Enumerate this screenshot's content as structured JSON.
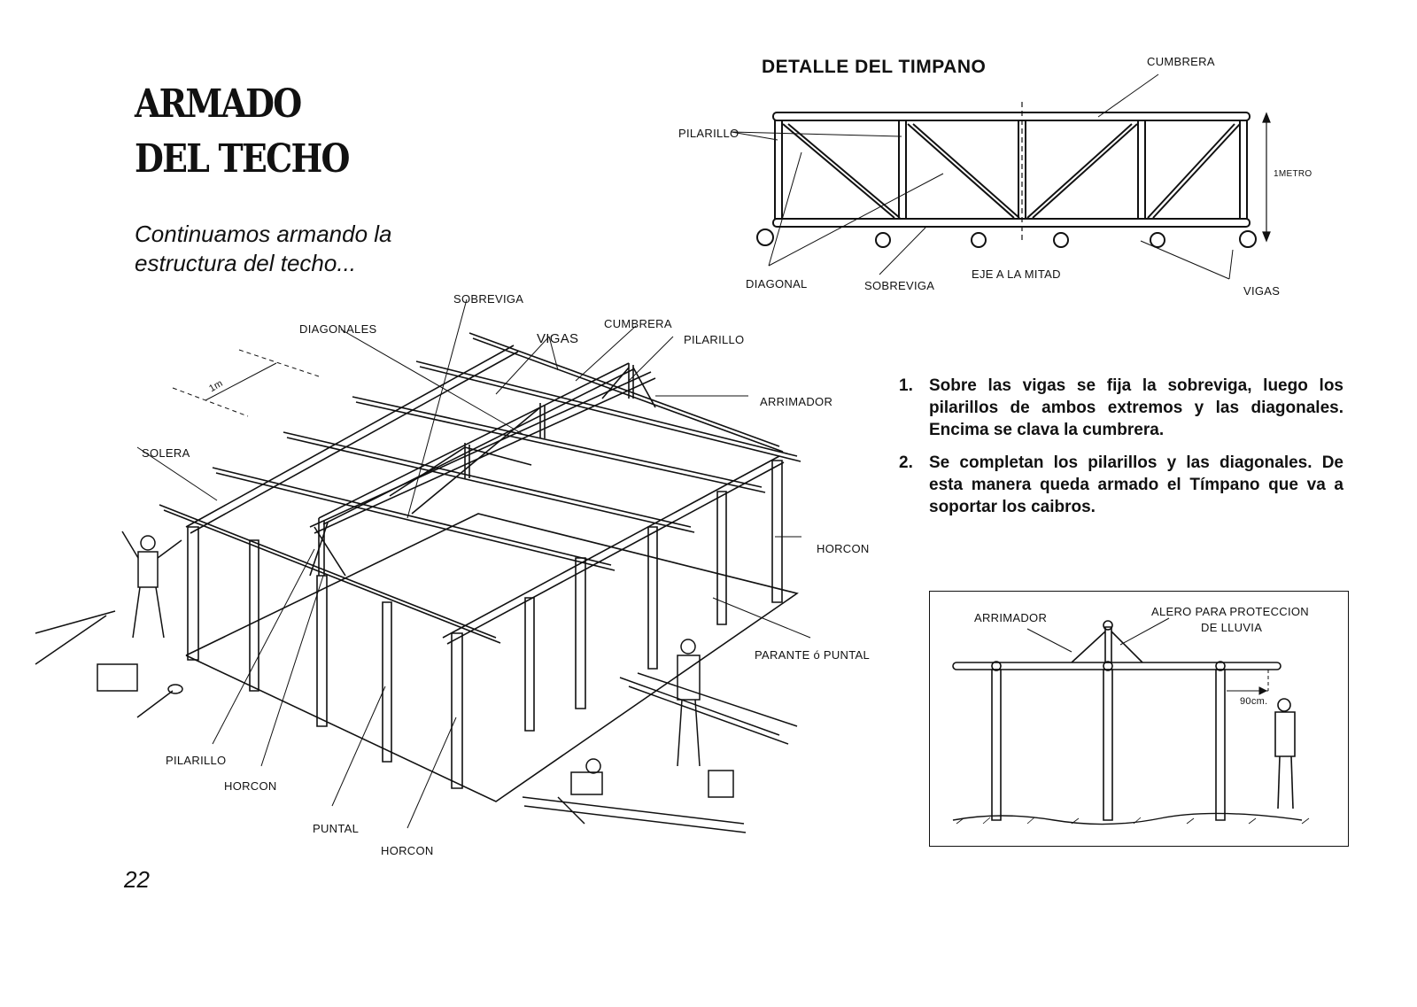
{
  "header": {
    "title_line1": "ARMADO",
    "title_line2": "DEL TECHO",
    "subtitle_line1": "Continuamos armando la",
    "subtitle_line2": "estructura del techo..."
  },
  "detail": {
    "title": "DETALLE DEL TIMPANO",
    "labels": {
      "cumbrera": "CUMBRERA",
      "pilarillo": "PILARILLO",
      "metro": "1METRO",
      "diagonal": "DIAGONAL",
      "sobreviga": "SOBREVIGA",
      "eje": "EJE A LA MITAD",
      "vigas": "VIGAS"
    }
  },
  "main_drawing": {
    "labels": {
      "sobreviga": "SOBREVIGA",
      "diagonales": "DIAGONALES",
      "vigas": "VIGAS",
      "cumbrera": "CUMBRERA",
      "pilarillo_top": "PILARILLO",
      "arrimador": "ARRIMADOR",
      "solera": "SOLERA",
      "horcon_right": "HORCON",
      "parante": "PARANTE ó PUNTAL",
      "pilarillo_bottom": "PILARILLO",
      "horcon_bottom": "HORCON",
      "puntal": "PUNTAL",
      "horcon_low": "HORCON",
      "dimension": "1m"
    }
  },
  "instructions": [
    {
      "num": "1.",
      "text": "Sobre las vigas se fija la sobreviga, luego los pilarillos de ambos extremos y las diagonales. Encima se clava la cumbrera."
    },
    {
      "num": "2.",
      "text": "Se completan los pilarillos y las diagonales. De esta manera queda armado el Tímpano que va a soportar los caibros."
    }
  ],
  "side_view": {
    "arrimador": "ARRIMADOR",
    "alero_line1": "ALERO PARA PROTECCION",
    "alero_line2": "DE LLUVIA",
    "measure": "90cm."
  },
  "page_number": "22"
}
